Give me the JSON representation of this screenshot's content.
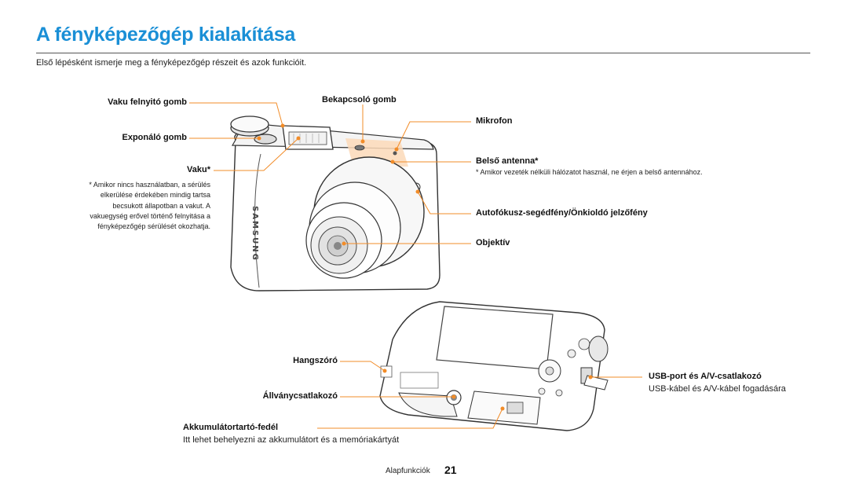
{
  "page": {
    "title": "A fényképezőgép kialakítása",
    "intro": "Első lépésként ismerje meg a fényképezőgép részeit és azok funkcióit."
  },
  "front_labels": {
    "flash_popup_button": "Vaku felnyitó gomb",
    "shutter_button": "Exponáló gomb",
    "flash": "Vaku*",
    "flash_note": "* Amikor nincs használatban, a sérülés elkerülése érdekében mindig tartsa becsukott állapotban a vakut. A vakuegység erővel történő felnyitása a fényképezőgép sérülését okozhatja.",
    "power_button": "Bekapcsoló gomb",
    "microphone": "Mikrofon",
    "internal_antenna": "Belső antenna*",
    "antenna_note": "* Amikor vezeték nélküli hálózatot használ, ne érjen a belső antennához.",
    "af_lamp": "Autofókusz-segédfény/Önkioldó jelzőfény",
    "lens": "Objektív",
    "brand": "SAMSUNG"
  },
  "bottom_labels": {
    "speaker": "Hangszóró",
    "tripod_mount": "Állványcsatlakozó",
    "battery_cover": "Akkumulátortartó-fedél",
    "battery_cover_desc": "Itt lehet behelyezni az akkumulátort és a memóriakártyát",
    "usb_port": "USB-port és A/V-csatlakozó",
    "usb_port_desc": "USB-kábel és A/V-kábel fogadására"
  },
  "footer": {
    "section": "Alapfunkciók",
    "page_number": "21"
  },
  "colors": {
    "title": "#1a8fd6",
    "callout": "#f28c28"
  }
}
